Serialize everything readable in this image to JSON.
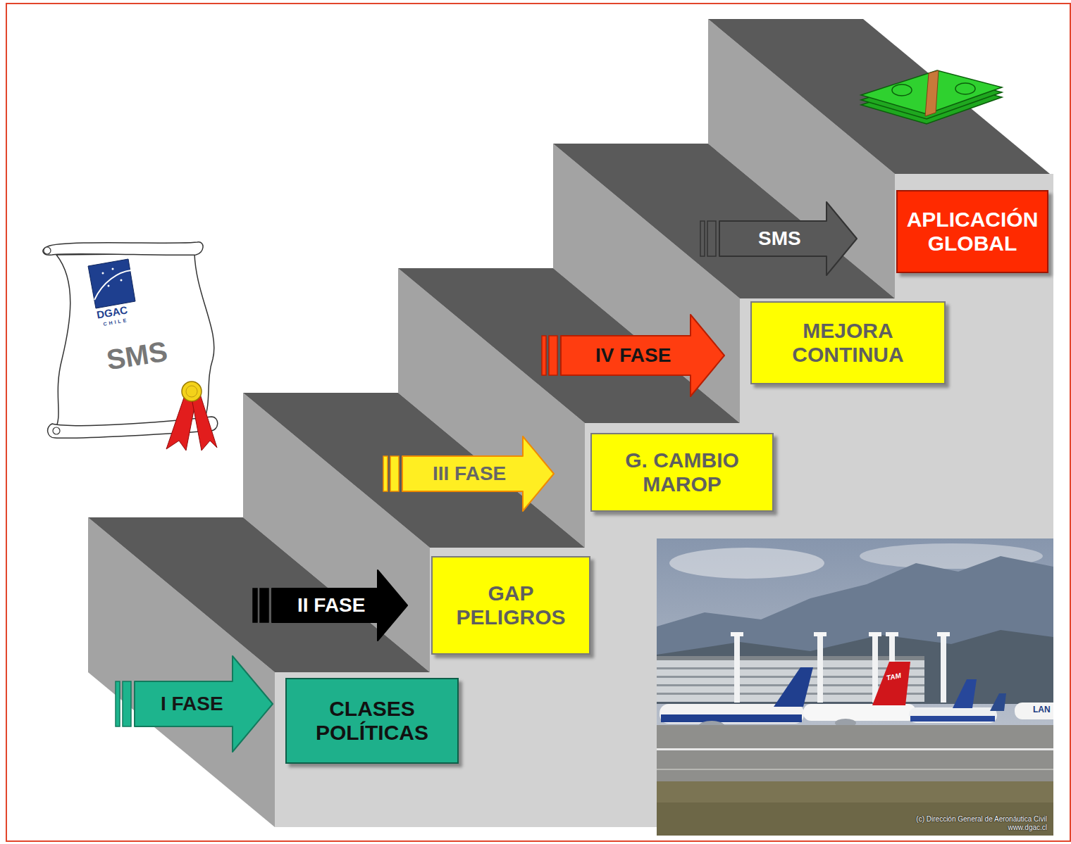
{
  "diagram": {
    "nodes": [
      {
        "text": [
          "SMS"
        ]
      },
      {
        "text": [
          "I FASE"
        ]
      },
      {
        "text": [
          "CLASES POLÍTICAS"
        ]
      },
      {
        "text": [
          "II FASE"
        ]
      },
      {
        "text": [
          "GAP PELIGROS"
        ]
      },
      {
        "text": [
          "III FASE"
        ]
      },
      {
        "text": [
          "G. CAMBIO MAROP"
        ]
      },
      {
        "text": [
          "IV FASE"
        ]
      },
      {
        "text": [
          "MEJORA CONTINUA"
        ]
      },
      {
        "text": [
          "SMS"
        ]
      },
      {
        "text": [
          "APLICACIÓN GLOBAL"
        ]
      }
    ],
    "labels": [
      "DGAC",
      "CHILE",
      "TAM",
      "LAN",
      "(c) Dirección General de Aeronáutica Civil",
      "www.dgac.cl"
    ]
  }
}
